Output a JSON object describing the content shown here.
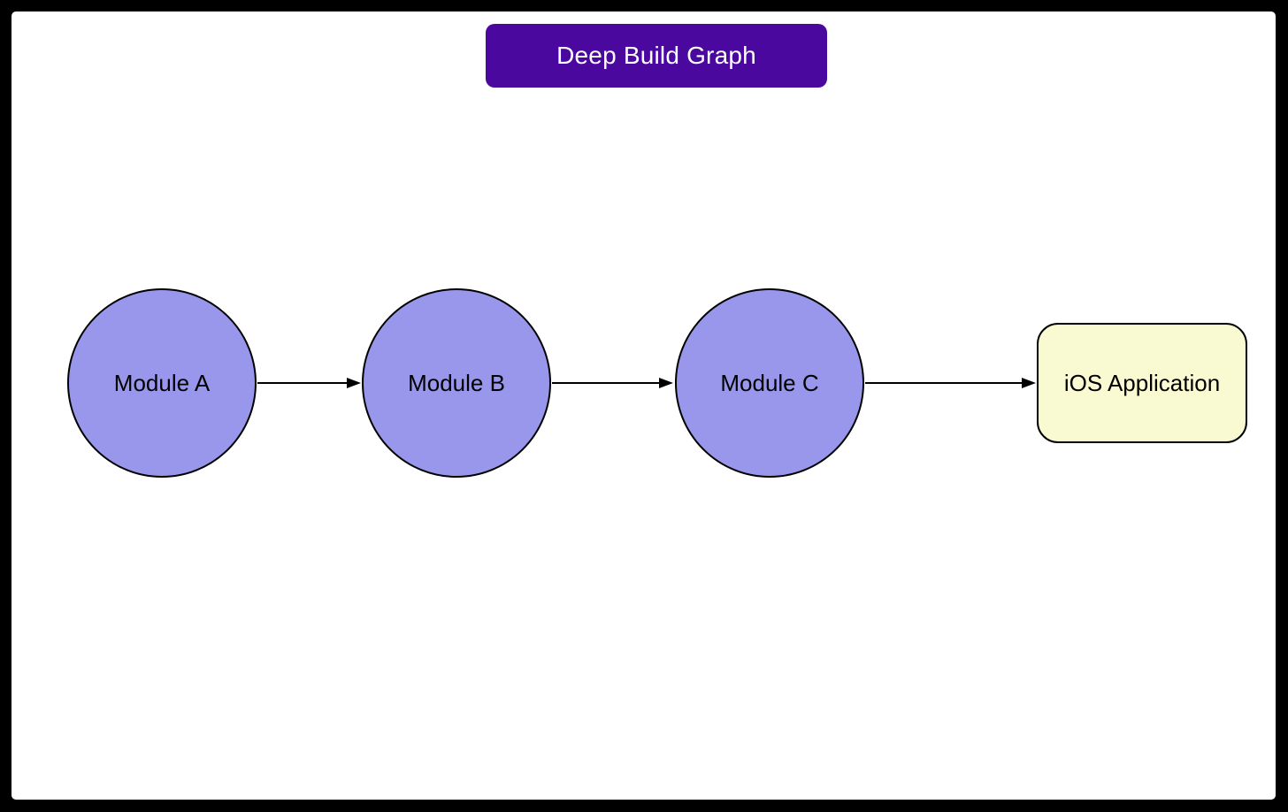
{
  "title": {
    "label": "Deep Build Graph",
    "background_color": "#4b089e",
    "text_color": "#ffffff"
  },
  "diagram": {
    "nodes": [
      {
        "id": "module-a",
        "label": "Module A",
        "shape": "circle",
        "fill": "#9897ec",
        "stroke": "#000000"
      },
      {
        "id": "module-b",
        "label": "Module B",
        "shape": "circle",
        "fill": "#9897ec",
        "stroke": "#000000"
      },
      {
        "id": "module-c",
        "label": "Module C",
        "shape": "circle",
        "fill": "#9897ec",
        "stroke": "#000000"
      },
      {
        "id": "ios-application",
        "label": "iOS Application",
        "shape": "rounded-rect",
        "fill": "#fafad2",
        "stroke": "#000000"
      }
    ],
    "edges": [
      {
        "from": "module-a",
        "to": "module-b",
        "style": "arrow",
        "color": "#000000"
      },
      {
        "from": "module-b",
        "to": "module-c",
        "style": "arrow",
        "color": "#000000"
      },
      {
        "from": "module-c",
        "to": "ios-application",
        "style": "arrow",
        "color": "#000000"
      }
    ],
    "frame_color": "#000000",
    "canvas_color": "#ffffff"
  }
}
